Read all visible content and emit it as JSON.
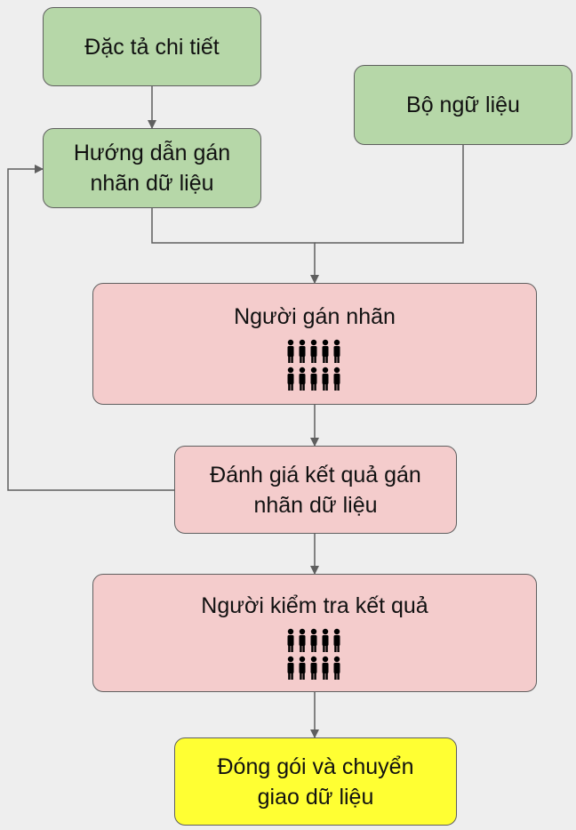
{
  "nodes": {
    "spec": {
      "label": "Đặc tả chi tiết"
    },
    "corpus": {
      "label": "Bộ ngữ liệu"
    },
    "guidelines": {
      "line1": "Hướng dẫn gán",
      "line2": "nhãn dữ liệu"
    },
    "annotators": {
      "label": "Người gán nhãn",
      "icon": "people-group-icon"
    },
    "evaluation": {
      "line1": "Đánh giá kết quả gán",
      "line2": "nhãn dữ liệu"
    },
    "reviewers": {
      "label": "Người kiểm tra kết quả",
      "icon": "people-group-icon"
    },
    "delivery": {
      "line1": "Đóng gói và chuyển",
      "line2": "giao dữ liệu"
    }
  },
  "colors": {
    "input_node": "#b6d7a8",
    "process_node": "#f4cccc",
    "output_node": "#ffff33",
    "border": "#5f5f5f",
    "connector": "#5f5f5f",
    "background": "#eeeeee"
  }
}
